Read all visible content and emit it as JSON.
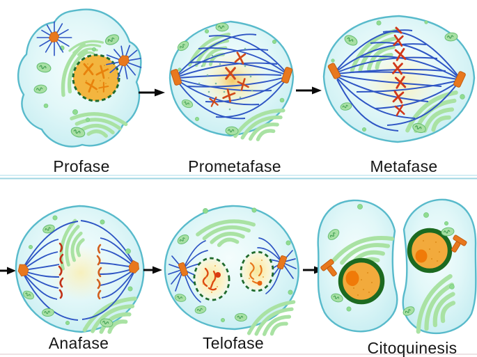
{
  "diagram": {
    "stages": [
      {
        "name": "profase",
        "label": "Profase"
      },
      {
        "name": "prometafase",
        "label": "Prometafase"
      },
      {
        "name": "metafase",
        "label": "Metafase"
      },
      {
        "name": "anafase",
        "label": "Anafase"
      },
      {
        "name": "telofase",
        "label": "Telofase"
      },
      {
        "name": "citoquinesis",
        "label": "Citoquinesis"
      }
    ],
    "colors": {
      "background": "#ffffff",
      "membrane": "#58bacb",
      "cytoplasm": "#dff6f8",
      "spindle_fiber": "#2e55c4",
      "centrosome": "#e8781e",
      "chromosome": "#d1491a",
      "nucleus_fill": "#f3b53f",
      "nuclear_envelope": "#1f6b2d",
      "organelle_green": "#a8e0a4",
      "row_divider": "#9ed4e2",
      "arrow": "#0a0a0a",
      "label_text": "#161616"
    }
  }
}
